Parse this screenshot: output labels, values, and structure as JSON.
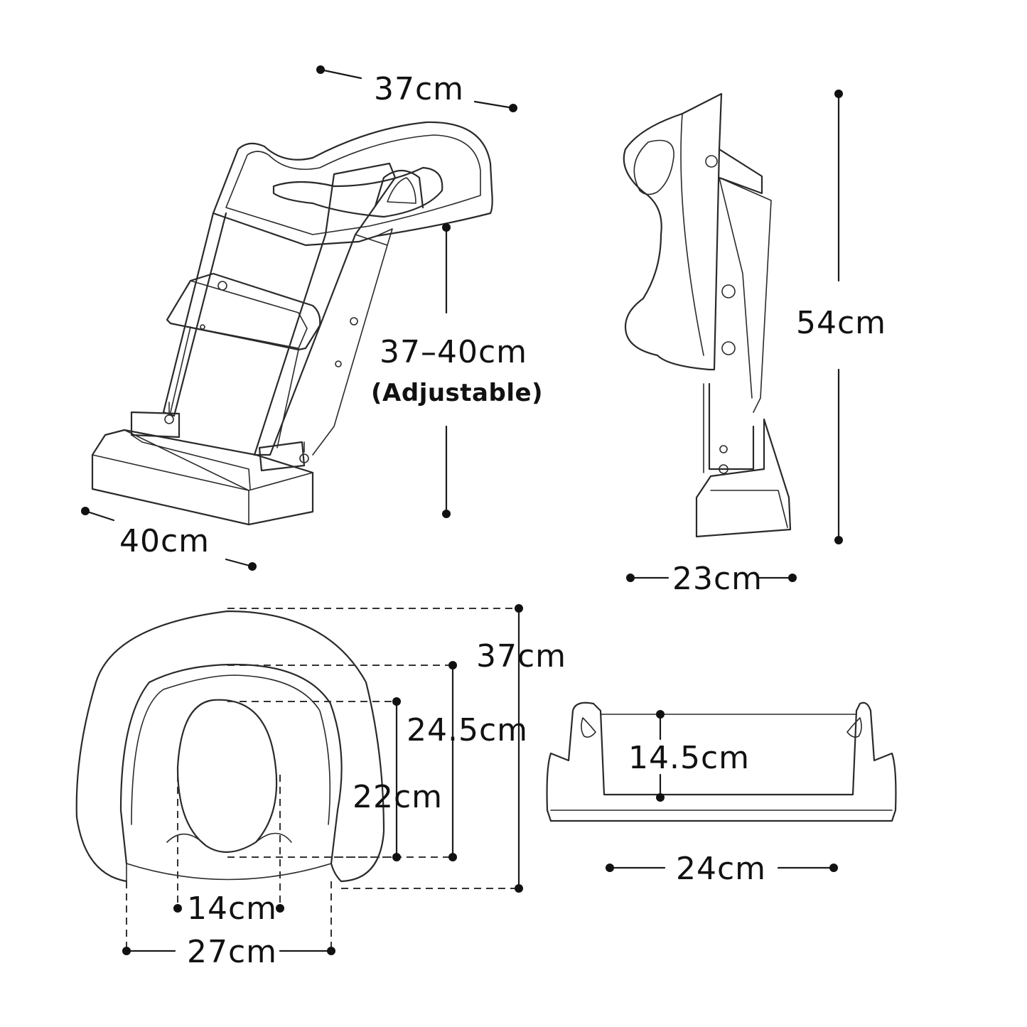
{
  "colors": {
    "line": "#2a2a2a",
    "text": "#111111",
    "background": "#ffffff"
  },
  "ladder_front": {
    "top_width": "37cm",
    "base_width": "40cm",
    "seat_height": "37–40cm",
    "seat_height_note": "(Adjustable)"
  },
  "ladder_side": {
    "height": "54cm",
    "depth": "23cm"
  },
  "seat_top": {
    "outer_length": "37cm",
    "inner_length": "24.5cm",
    "opening_length": "22cm",
    "opening_width": "14cm",
    "inner_width": "27cm"
  },
  "step": {
    "depth": "14.5cm",
    "width": "24cm"
  }
}
